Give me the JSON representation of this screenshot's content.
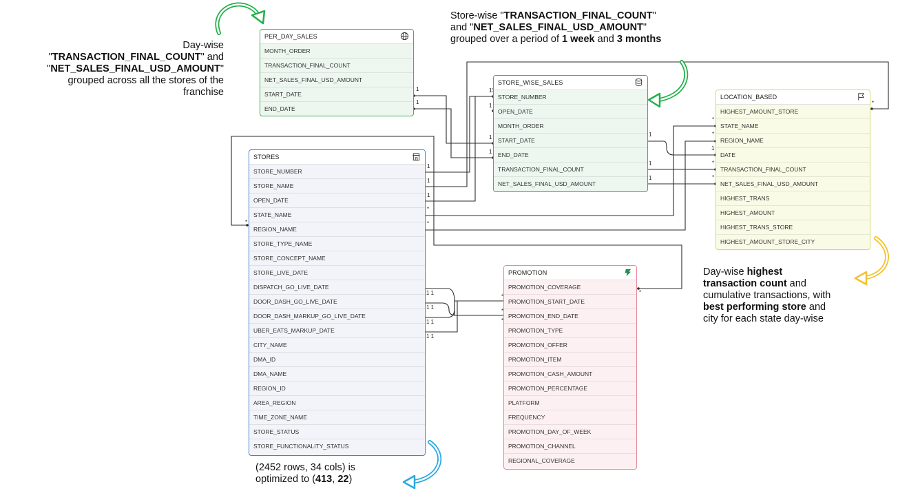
{
  "tables": {
    "per_day_sales": {
      "title": "PER_DAY_SALES",
      "icon": "globe-icon",
      "columns": [
        "MONTH_ORDER",
        "TRANSACTION_FINAL_COUNT",
        "NET_SALES_FINAL_USD_AMOUNT",
        "START_DATE",
        "END_DATE"
      ]
    },
    "store_wise_sales": {
      "title": "STORE_WISE_SALES",
      "icon": "database-icon",
      "columns": [
        "STORE_NUMBER",
        "OPEN_DATE",
        "MONTH_ORDER",
        "START_DATE",
        "END_DATE",
        "TRANSACTION_FINAL_COUNT",
        "NET_SALES_FINAL_USD_AMOUNT"
      ]
    },
    "location_based": {
      "title": "LOCATION_BASED",
      "icon": "flag-icon",
      "columns": [
        "HIGHEST_AMOUNT_STORE",
        "STATE_NAME",
        "REGION_NAME",
        "DATE",
        "TRANSACTION_FINAL_COUNT",
        "NET_SALES_FINAL_USD_AMOUNT",
        "HIGHEST_TRANS",
        "HIGHEST_AMOUNT",
        "HIGHEST_TRANS_STORE",
        "HIGHEST_AMOUNT_STORE_CITY"
      ]
    },
    "stores": {
      "title": "STORES",
      "icon": "store-icon",
      "columns": [
        "STORE_NUMBER",
        "STORE_NAME",
        "OPEN_DATE",
        "STATE_NAME",
        "REGION_NAME",
        "STORE_TYPE_NAME",
        "STORE_CONCEPT_NAME",
        "STORE_LIVE_DATE",
        "DISPATCH_GO_LIVE_DATE",
        "DOOR_DASH_GO_LIVE_DATE",
        "DOOR_DASH_MARKUP_GO_LIVE_DATE",
        "UBER_EATS_MARKUP_DATE",
        "CITY_NAME",
        "DMA_ID",
        "DMA_NAME",
        "REGION_ID",
        "AREA_REGION",
        "TIME_ZONE_NAME",
        "STORE_STATUS",
        "STORE_FUNCTIONALITY_STATUS"
      ]
    },
    "promotion": {
      "title": "PROMOTION",
      "icon": "promo-tag-icon",
      "columns": [
        "PROMOTION_COVERAGE",
        "PROMOTION_START_DATE",
        "PROMOTION_END_DATE",
        "PROMOTION_TYPE",
        "PROMOTION_OFFER",
        "PROMOTION_ITEM",
        "PROMOTION_CASH_AMOUNT",
        "PROMOTION_PERCENTAGE",
        "PLATFORM",
        "FREQUENCY",
        "PROMOTION_DAY_OF_WEEK",
        "PROMOTION_CHANNEL",
        "REGIONAL_COVERAGE"
      ]
    }
  },
  "notes": {
    "day_wise": {
      "l1": "Day-wise",
      "q1": "\"",
      "b1": "TRANSACTION_FINAL_COUNT",
      "t1": "\" and",
      "q2": "\"",
      "b2": "NET_SALES_FINAL_USD_AMOUNT",
      "t2": "\"",
      "l4": "grouped across all the stores of the",
      "l5": "franchise"
    },
    "store_wise": {
      "p1": "Store-wise \"",
      "b1": "TRANSACTION_FINAL_COUNT",
      "s1": "\"",
      "p2": "and \"",
      "b2": "NET_SALES_FINAL_USD_AMOUNT",
      "s2": "\"",
      "p3": "grouped over a period of ",
      "b3": "1 week",
      "m3": " and ",
      "b4": "3 months"
    },
    "location": {
      "p1": "Day-wise ",
      "b1": "highest",
      "b2": "transaction count",
      "s2": " and",
      "l3": "cumulative transactions, with",
      "b3": "best performing store",
      "s3": " and",
      "l5": "city for each state day-wise"
    },
    "optimized": {
      "l1": "(2452 rows, 34 cols) is",
      "p2": "optimized to (",
      "b1": "413",
      "c": ", ",
      "b2": "22",
      "s2": ")"
    }
  },
  "cardinality": {
    "one": "1",
    "many": "*"
  },
  "colors": {
    "green": "#4caa5d",
    "blue": "#4a7fcf",
    "yellow": "#d6d86a",
    "pink": "#e88a9b",
    "arrow_green": "#22b04a",
    "arrow_yellow": "#f2c12e",
    "arrow_blue": "#2aa9e0"
  }
}
